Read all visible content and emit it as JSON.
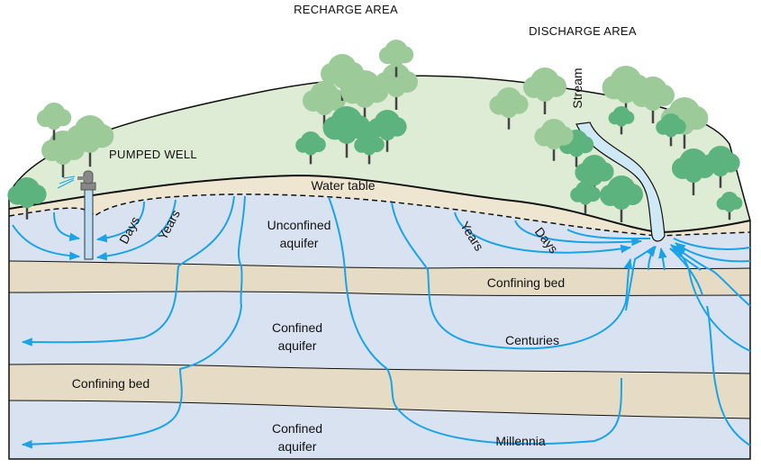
{
  "labels": {
    "recharge_area": "RECHARGE AREA",
    "discharge_area": "DISCHARGE AREA",
    "pumped_well": "PUMPED WELL",
    "stream": "Stream",
    "water_table": "Water table",
    "days_left": "Days",
    "years_left": "Years",
    "unconfined_aquifer_1": "Unconfined",
    "unconfined_aquifer_2": "aquifer",
    "years_right": "Years",
    "days_right": "Days",
    "confining_bed_upper": "Confining bed",
    "confined_aquifer_upper_1": "Confined",
    "confined_aquifer_upper_2": "aquifer",
    "centuries": "Centuries",
    "confining_bed_lower": "Confining bed",
    "confined_aquifer_lower_1": "Confined",
    "confined_aquifer_lower_2": "aquifer",
    "millennia": "Millennia"
  },
  "colors": {
    "land_surface": "#dfecd5",
    "unsaturated_zone": "#efe6d2",
    "aquifer": "#d9e2f1",
    "confining_bed": "#e6dcc5",
    "flow_line": "#1aa3e6",
    "stream_water": "#cfe8f6",
    "tree_dark": "#5db37e",
    "tree_light": "#9ccb99",
    "trunk": "#444444"
  }
}
